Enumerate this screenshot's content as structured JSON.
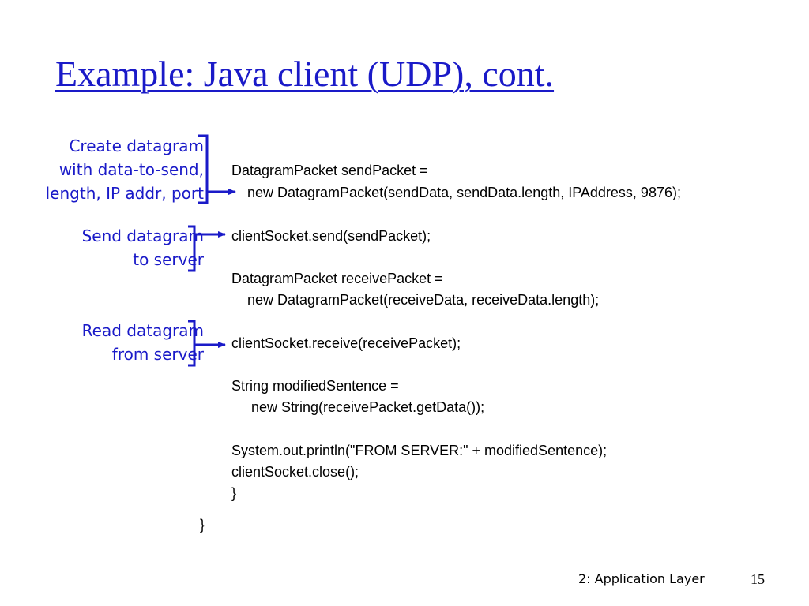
{
  "slide": {
    "title": "Example: Java client (UDP), cont.",
    "annotations": [
      {
        "lines": [
          "Create datagram",
          "with data-to-send,",
          "length, IP addr, port"
        ]
      },
      {
        "lines": [
          "Send datagram",
          "to server"
        ]
      },
      {
        "lines": [
          "Read datagram",
          "from server"
        ]
      }
    ],
    "code": [
      "DatagramPacket sendPacket =",
      "new DatagramPacket(sendData, sendData.length, IPAddress, 9876);",
      "clientSocket.send(sendPacket);",
      "DatagramPacket receivePacket =",
      "new DatagramPacket(receiveData, receiveData.length);",
      "clientSocket.receive(receivePacket);",
      "String modifiedSentence =",
      "new String(receivePacket.getData());",
      "System.out.println(\"FROM SERVER:\" + modifiedSentence);",
      "clientSocket.close();",
      "}",
      "}"
    ],
    "footer": {
      "label": "2: Application Layer",
      "page_number": "15"
    }
  },
  "colors": {
    "accent": "#1a1ac8",
    "text": "#000000",
    "background": "#ffffff"
  }
}
